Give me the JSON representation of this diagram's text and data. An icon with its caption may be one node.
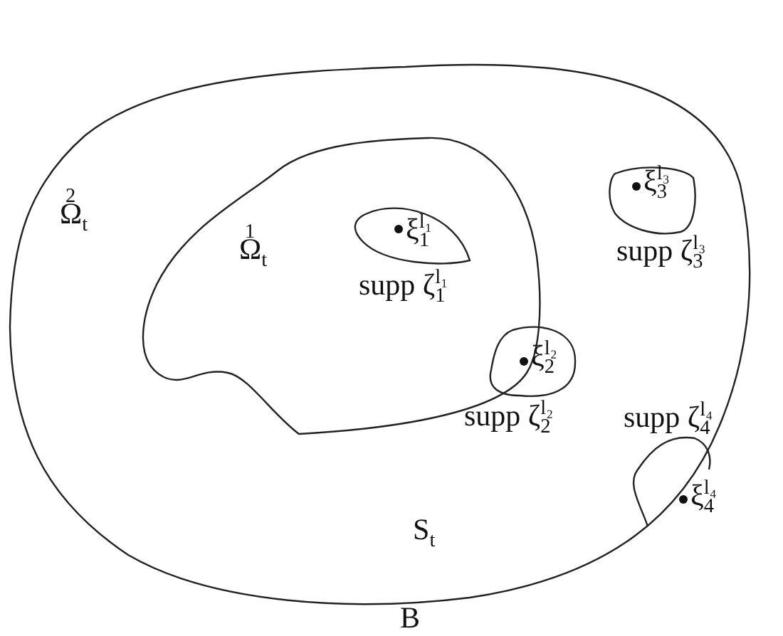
{
  "diagram": {
    "nodes": [
      {
        "text": [
          "$^{2}$Ω$_{t}$",
          "S$_{t}$",
          "B"
        ]
      },
      {
        "text": [
          "$^{1}$Ω$_{t}$"
        ],
        "in": 0
      },
      {
        "text": [
          "ξ$_{1}$$^{l₁}$"
        ],
        "beside": [
          "supp ζ$_{1}$$^{l₁}$"
        ],
        "in": 1
      },
      {
        "text": [
          "ξ$_{3}$$^{l₃}$"
        ],
        "beside": [
          "supp ζ$_{3}$$^{l₃}$"
        ],
        "in": 0
      },
      {
        "text": [
          "ξ$_{2}$$^{l₂}$"
        ],
        "beside": [
          "supp ζ$_{2}$$^{l₂}$"
        ],
        "in": 0
      },
      {
        "text": [
          "ξ$_{4}$$^{l₄}$"
        ],
        "beside": [
          "supp ζ$_{4}$$^{l₄}$"
        ],
        "in": 0
      }
    ]
  }
}
